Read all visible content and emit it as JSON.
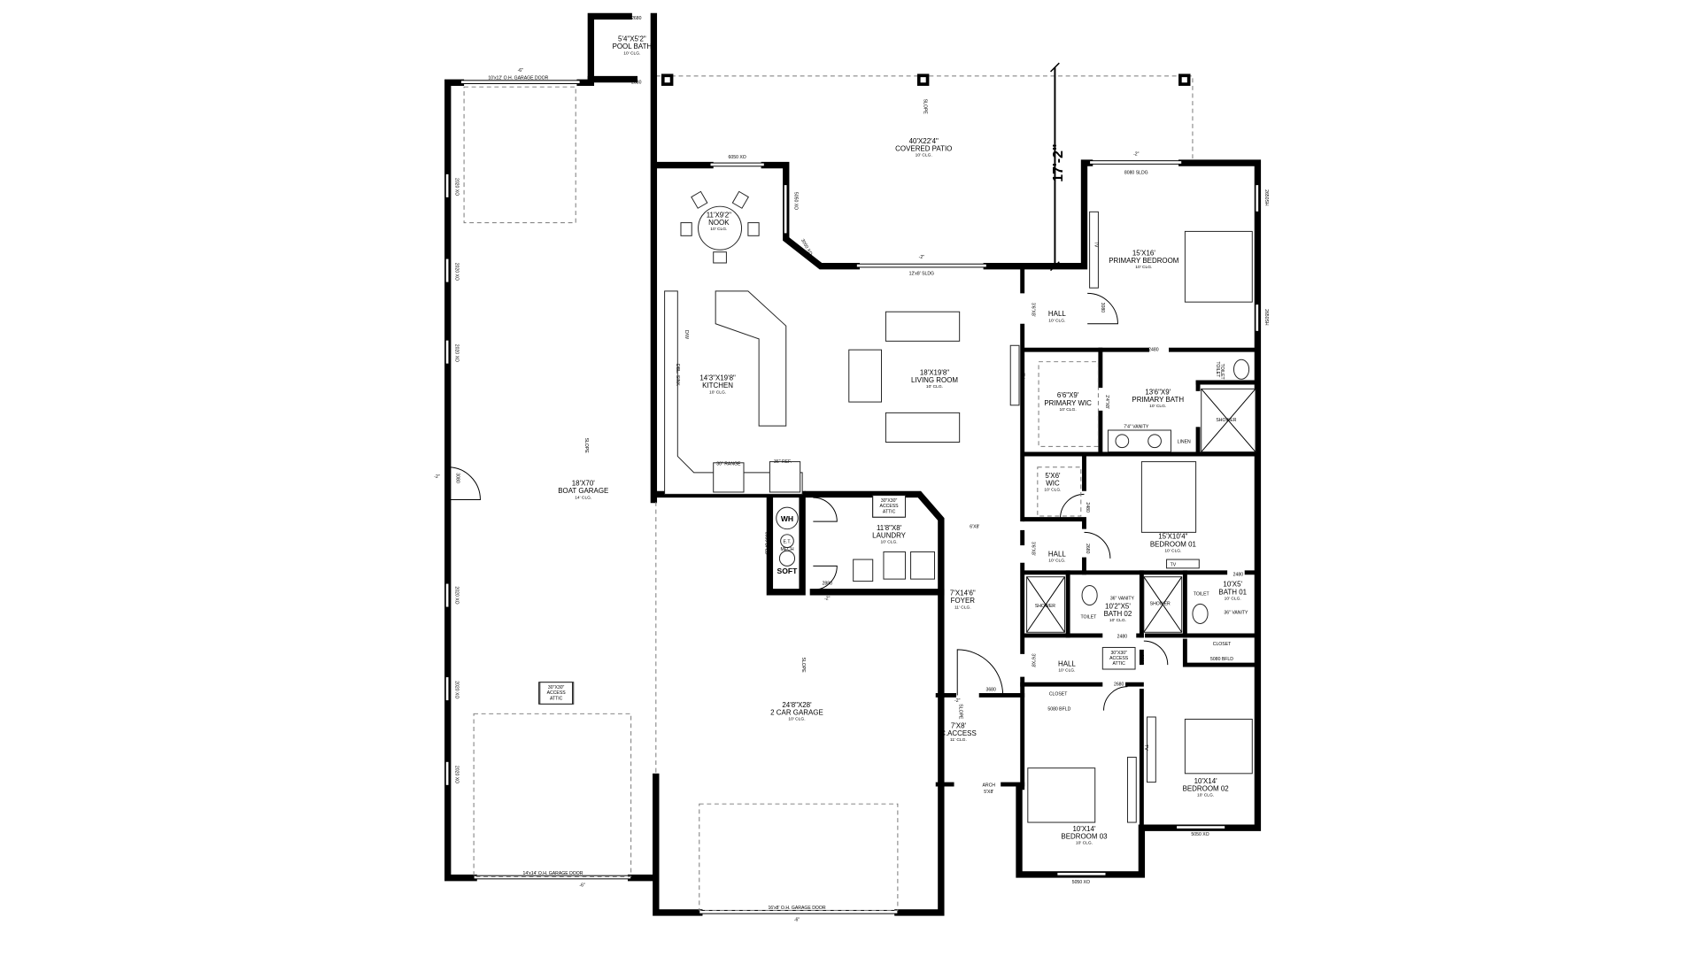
{
  "plan": {
    "overall_dimension": "17'-2\"",
    "colors": {
      "wall": "#000000",
      "background": "#ffffff",
      "hidden_line": "#777777"
    }
  },
  "rooms": [
    {
      "size": "5'4\"X5'2\"",
      "name": "POOL BATH",
      "ceiling": "10' CLG."
    },
    {
      "size": "40'X22'4\"",
      "name": "COVERED PATIO",
      "ceiling": "10' CLG."
    },
    {
      "size": "11'X9'2\"",
      "name": "NOOK",
      "ceiling": "10' CLG."
    },
    {
      "size": "15'X16'",
      "name": "PRIMARY BEDROOM",
      "ceiling": "10' CLG."
    },
    {
      "size": "",
      "name": "HALL",
      "ceiling": "10' CLG."
    },
    {
      "size": "14'3\"X19'8\"",
      "name": "KITCHEN",
      "ceiling": "10' CLG."
    },
    {
      "size": "18'X19'8\"",
      "name": "LIVING ROOM",
      "ceiling": "10' CLG."
    },
    {
      "size": "6'6\"X9'",
      "name": "PRIMARY WIC",
      "ceiling": "10' CLG."
    },
    {
      "size": "13'6\"X9'",
      "name": "PRIMARY BATH",
      "ceiling": "10' CLG."
    },
    {
      "size": "18'X70'",
      "name": "BOAT GARAGE",
      "ceiling": "14' CLG."
    },
    {
      "size": "5'X6'",
      "name": "WIC",
      "ceiling": "10' CLG."
    },
    {
      "size": "11'8\"X8'",
      "name": "LAUNDRY",
      "ceiling": "10' CLG."
    },
    {
      "size": "15'X10'4\"",
      "name": "BEDROOM 01",
      "ceiling": "10' CLG."
    },
    {
      "size": "",
      "name": "HALL",
      "ceiling": "10' CLG."
    },
    {
      "size": "7'X14'6\"",
      "name": "FOYER",
      "ceiling": "11' CLG."
    },
    {
      "size": "10'2\"X5'",
      "name": "BATH 02",
      "ceiling": "10' CLG."
    },
    {
      "size": "10'X5'",
      "name": "BATH 01",
      "ceiling": "10' CLG."
    },
    {
      "size": "",
      "name": "HALL",
      "ceiling": "10' CLG."
    },
    {
      "size": "24'8\"X28'",
      "name": "2 CAR GARAGE",
      "ceiling": "10' CLG."
    },
    {
      "size": "7'X8'",
      "name": "C.ACCESS",
      "ceiling": "11' CLG."
    },
    {
      "size": "10'X14'",
      "name": "BEDROOM 02",
      "ceiling": "10' CLG."
    },
    {
      "size": "10'X14'",
      "name": "BEDROOM 03",
      "ceiling": "10' CLG."
    }
  ],
  "labels": [
    "10'x12' O.H. GARAGE DOOR",
    "-6\"",
    "14'x14' O.H. GARAGE DOOR",
    "-6\"",
    "16'x8' O.H. GARAGE DOOR",
    "-6\"",
    "6050 XO",
    "5050 XO",
    "3050 XO",
    "12'x8' SLDG",
    "-2\"",
    "8080 SLDG",
    "-2\"",
    "2650SH",
    "2650SH",
    "3080",
    "3'6\"X8'",
    "2480",
    "2'4\"X8'",
    "7'4\" VANITY",
    "LINEN",
    "SHOWER",
    "TOILET",
    "30\" RANGE",
    "36\" REF.",
    "DBL. SINK",
    "D/W",
    "2880",
    "2880",
    "-2\"",
    "6080 BFLD",
    "MECH",
    "6'X8'",
    "3'6\"X8'",
    "2480",
    "2680",
    "2480",
    "SHOWER",
    "SHOWER",
    "TOILET",
    "TOILET",
    "36\" VANITY",
    "36\" VANITY",
    "2480",
    "3'6\"X8'",
    "2680",
    "2680",
    "CLOSET",
    "5080 BFLD",
    "CLOSET",
    "5080 BFLD",
    "3680",
    "-2\"",
    "ARCH",
    "5'X8'",
    "5050 XO",
    "5050 XO",
    "2020 XO",
    "2020 XO",
    "2020 XO",
    "2020 XO",
    "2020 XO",
    "2020 XO",
    "3080",
    "-2\"",
    "2680",
    "2680",
    "SLOPE",
    "SLOPE",
    "SLOPE",
    "SLOPE",
    "TV",
    "TV",
    "TV",
    "TV",
    "TOILET"
  ],
  "equipment": {
    "water_heater": "WH",
    "expansion_tank": "E.T.",
    "softener": "SOFT"
  },
  "attic_access": [
    {
      "size": "30\"X30\"",
      "line1": "ACCESS",
      "line2": "ATTIC"
    },
    {
      "size": "30\"X30\"",
      "line1": "ACCESS",
      "line2": "ATTIC"
    },
    {
      "size": "30\"X30\"",
      "line1": "ACCESS",
      "line2": "ATTIC"
    }
  ]
}
